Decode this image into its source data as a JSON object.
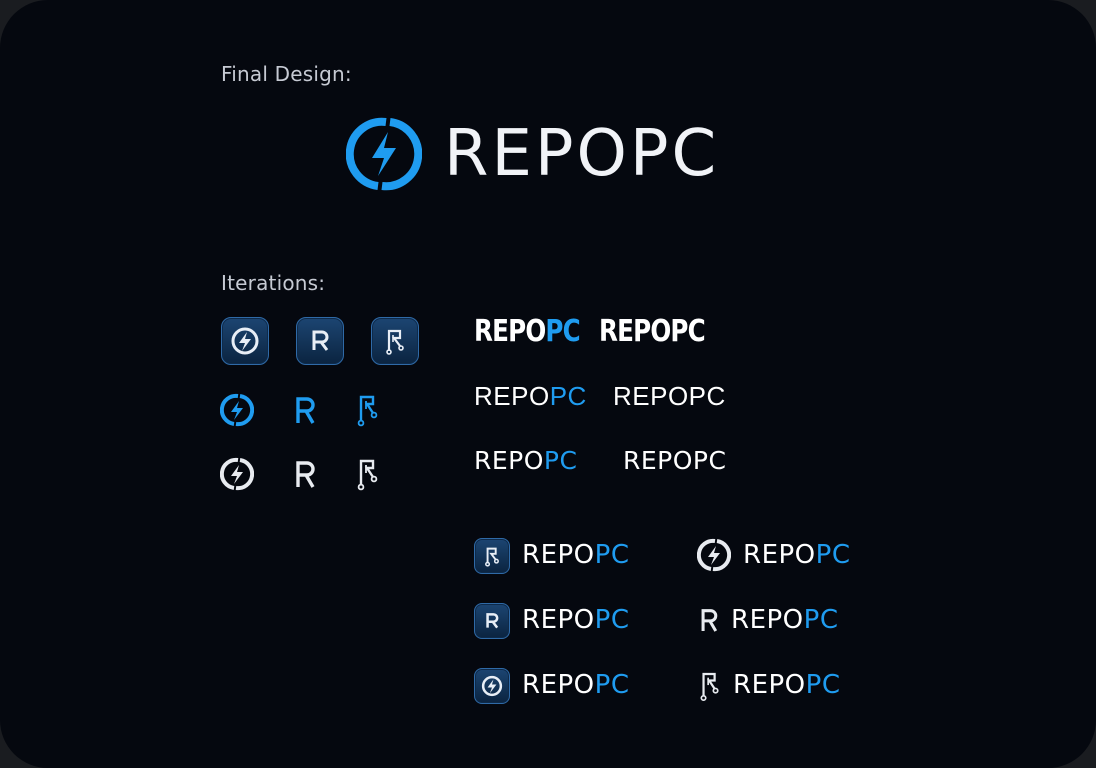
{
  "labels": {
    "final": "Final Design:",
    "iterations": "Iterations:"
  },
  "logo": {
    "wordmark": "REPOPC",
    "part_a": "REPO",
    "part_b": "PC"
  },
  "icons": [
    "lightning-bolt-icon",
    "letter-r-icon",
    "circuit-r-icon"
  ],
  "colors": {
    "background": "#05080f",
    "accent": "#1f9cf0",
    "text": "#ffffff",
    "label": "#c6cad3"
  }
}
